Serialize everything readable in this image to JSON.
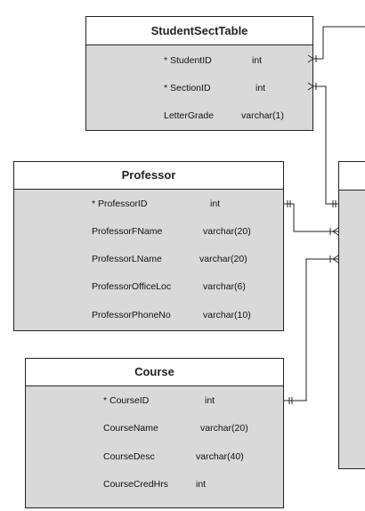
{
  "entities": {
    "studentsect": {
      "title": "StudentSectTable",
      "attrs": [
        {
          "name": "* StudentID",
          "type": "int"
        },
        {
          "name": "* SectionID",
          "type": "int"
        },
        {
          "name": "LetterGrade",
          "type": "varchar(1)"
        }
      ]
    },
    "professor": {
      "title": "Professor",
      "attrs": [
        {
          "name": "* ProfessorID",
          "type": "int"
        },
        {
          "name": "ProfessorFName",
          "type": "varchar(20)"
        },
        {
          "name": "ProfessorLName",
          "type": "varchar(20)"
        },
        {
          "name": "ProfessorOfficeLoc",
          "type": "varchar(6)"
        },
        {
          "name": "ProfessorPhoneNo",
          "type": "varchar(10)"
        }
      ]
    },
    "course": {
      "title": "Course",
      "attrs": [
        {
          "name": "* CourseID",
          "type": "int"
        },
        {
          "name": "CourseName",
          "type": "varchar(20)"
        },
        {
          "name": "CourseDesc",
          "type": "varchar(40)"
        },
        {
          "name": "CourseCredHrs",
          "type": "int"
        }
      ]
    }
  }
}
